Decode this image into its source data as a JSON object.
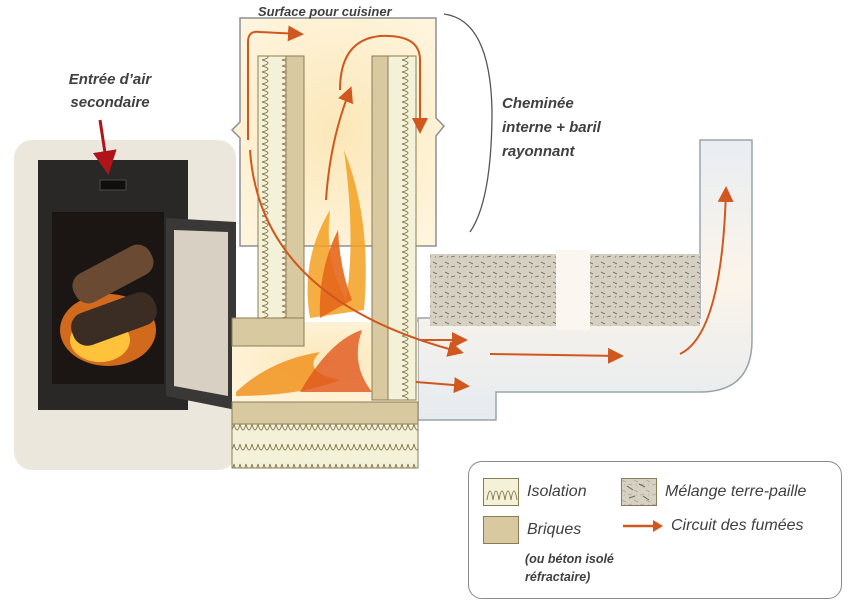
{
  "labels": {
    "cooking_surface": "Surface pour cuisiner",
    "secondary_air_line1": "Entrée d’air",
    "secondary_air_line2": "secondaire",
    "chimney_line1": "Cheminée",
    "chimney_line2": "interne + baril",
    "chimney_line3": "rayonnant"
  },
  "legend": {
    "insulation": "Isolation",
    "mix": "Mélange terre-paille",
    "bricks": "Briques",
    "smoke": "Circuit des fumées",
    "note_line1": "(ou béton isolé",
    "note_line2": "réfractaire)"
  },
  "colors": {
    "smoke_arrow": "#d0581e",
    "brick": "#d9c9a0",
    "insulation": "#f3f2d8",
    "mix": "#d8d2c6",
    "secondary_air_arrow": "#b0141a"
  }
}
